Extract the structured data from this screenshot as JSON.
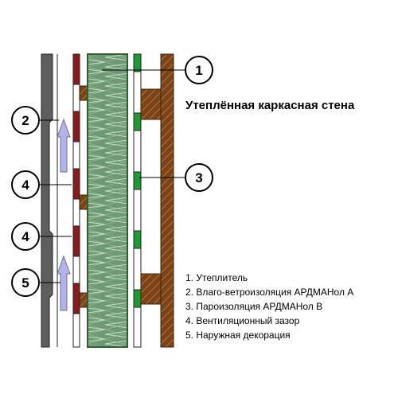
{
  "title": "Утеплённая каркасная стена",
  "callouts": [
    "1",
    "2",
    "3",
    "4",
    "4",
    "5"
  ],
  "legend": [
    "1. Утеплитель",
    "2. Влаго-ветроизоляция АРДМАНол А",
    "3. Пароизоляция АРДМАНол В",
    "4. Вентиляционный зазор",
    "5. Наружная декорация"
  ],
  "colors": {
    "insulation": "#6e9a73",
    "insulation_border": "#2f5e35",
    "wind_membrane": "#8b1a1a",
    "vapor_membrane": "#1f9a35",
    "timber": "#7a4418",
    "cladding": "#5e5e5e",
    "air_arrow": "#b3b3e6",
    "air_arrow_stroke": "#6e6ea8"
  },
  "air_arrow_icon": "arrow-up-icon"
}
